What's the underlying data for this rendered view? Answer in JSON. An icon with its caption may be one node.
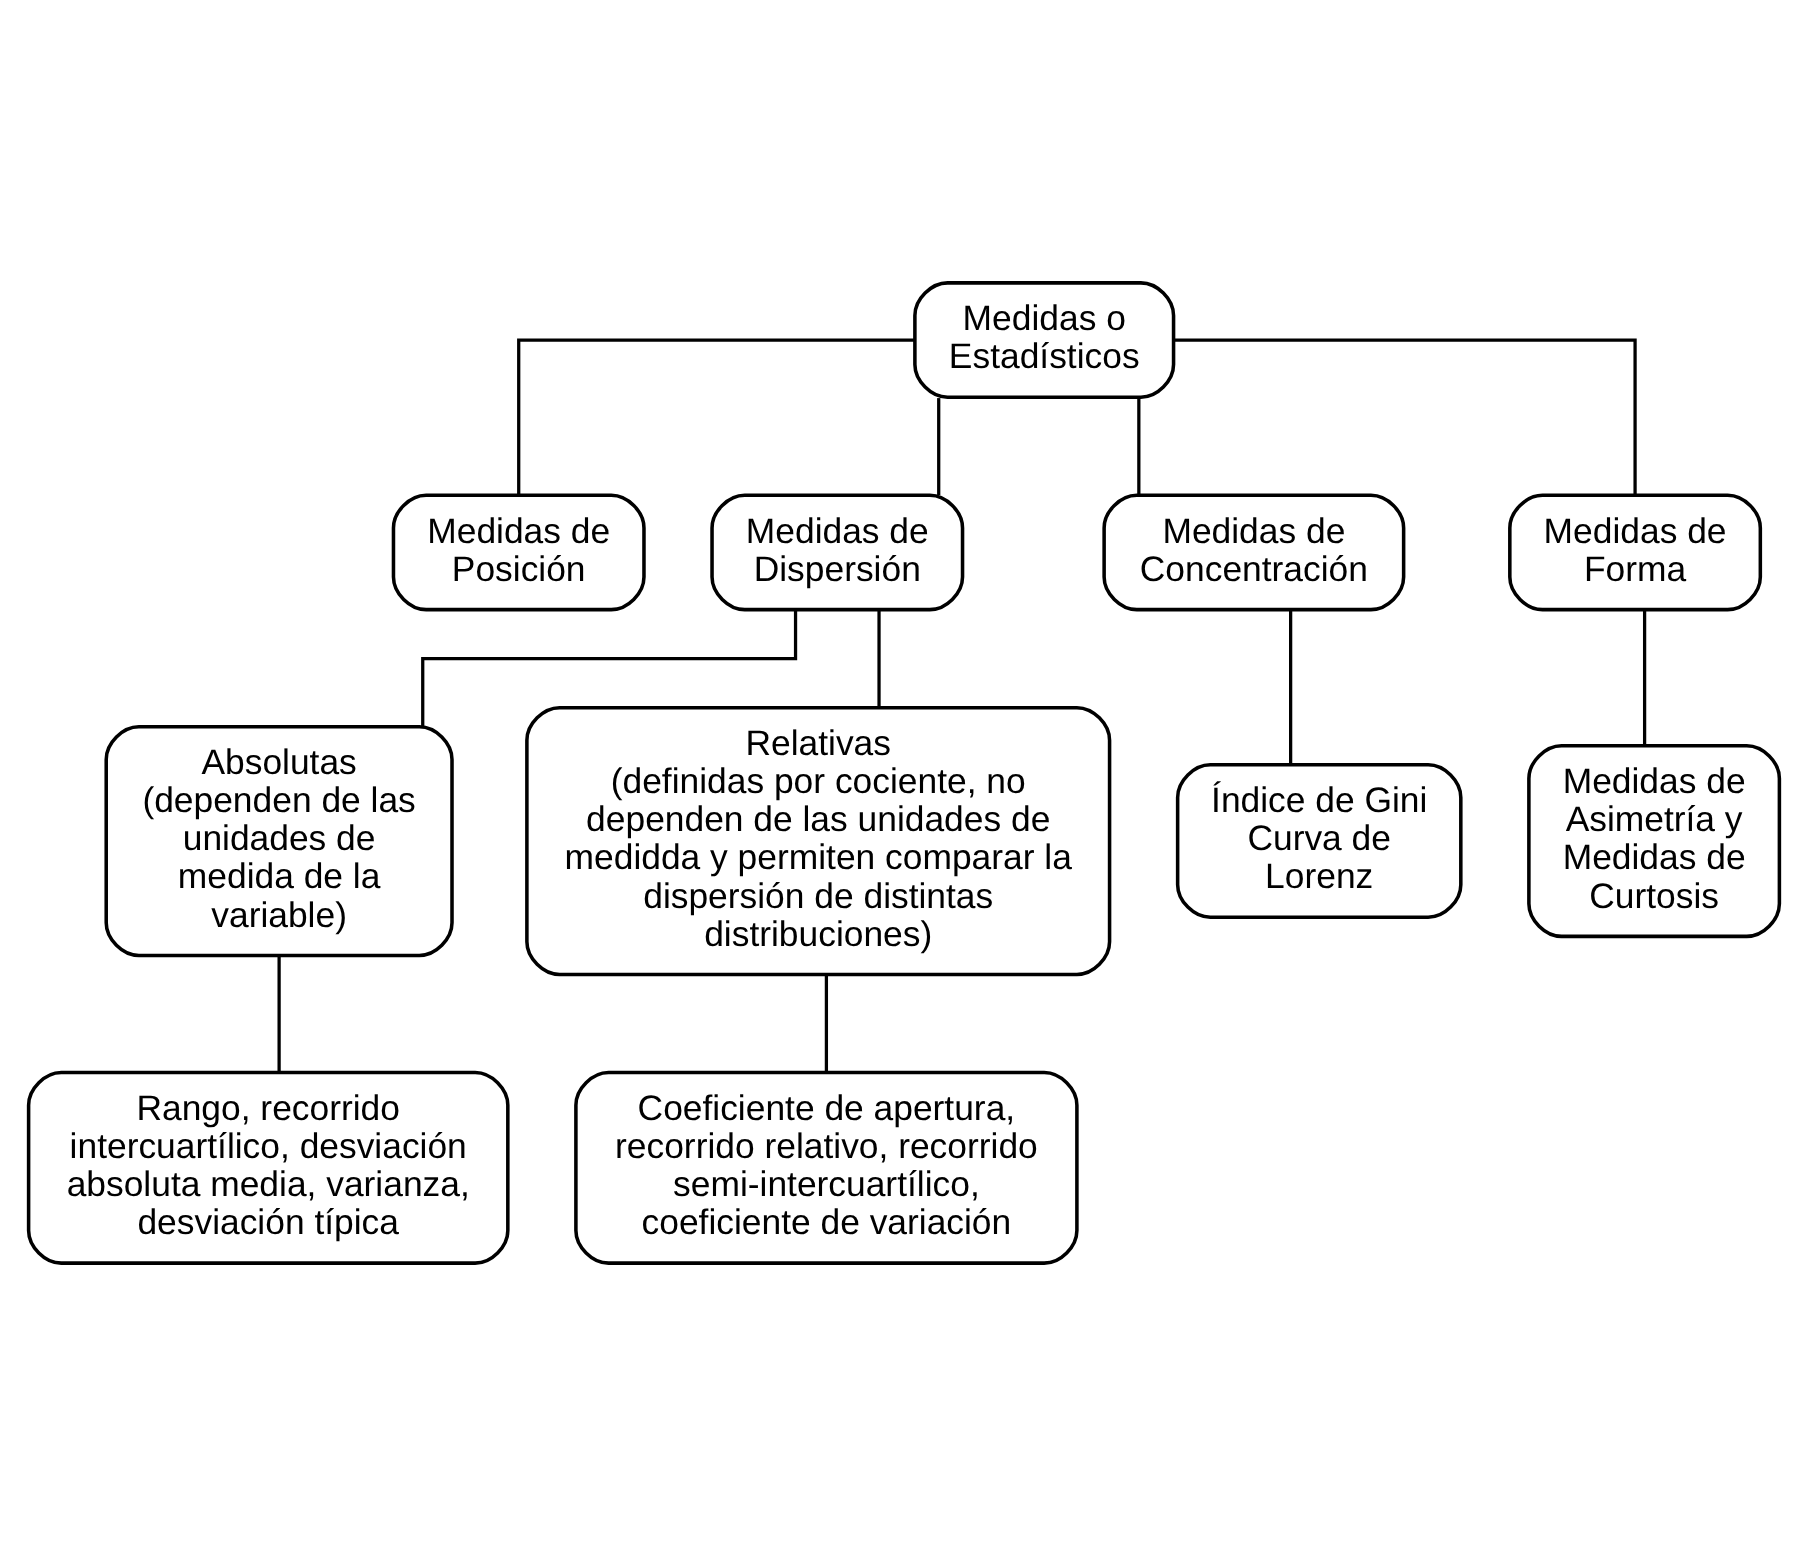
{
  "diagram": {
    "nodes": [
      {
        "text": [
          "Medidas o Estadísticos"
        ]
      },
      {
        "text": [
          "Medidas de Posición"
        ]
      },
      {
        "text": [
          "Medidas de Dispersión"
        ]
      },
      {
        "text": [
          "Medidas de Concentración"
        ]
      },
      {
        "text": [
          "Medidas de Forma"
        ]
      },
      {
        "text": [
          "Absolutas",
          "(dependen de las unidades de medida de la variable)"
        ]
      },
      {
        "text": [
          "Relativas",
          "(definidas por cociente, no dependen de las unidades de medidda y permiten comparar la dispersión de distintas distribuciones)"
        ]
      },
      {
        "text": [
          "Índice de Gini Curva de Lorenz"
        ]
      },
      {
        "text": [
          "Medidas de Asimetría y Medidas de Curtosis"
        ]
      },
      {
        "text": [
          "Rango, recorrido intercuartílico, desviación absoluta media, varianza, desviación típica"
        ]
      },
      {
        "text": [
          "Coeficiente de apertura, recorrido relativo, recorrido semi-intercuartílico, coeficiente de variación"
        ]
      }
    ],
    "edges": [
      {
        "from": 0,
        "to": 1,
        "arrow": "none"
      },
      {
        "from": 0,
        "to": 2,
        "arrow": "none"
      },
      {
        "from": 0,
        "to": 3,
        "arrow": "none"
      },
      {
        "from": 0,
        "to": 4,
        "arrow": "none"
      },
      {
        "from": 2,
        "to": 5,
        "arrow": "none"
      },
      {
        "from": 2,
        "to": 6,
        "arrow": "none"
      },
      {
        "from": 3,
        "to": 7,
        "arrow": "none"
      },
      {
        "from": 4,
        "to": 8,
        "arrow": "none"
      },
      {
        "from": 5,
        "to": 9,
        "arrow": "none"
      },
      {
        "from": 6,
        "to": 10,
        "arrow": "none"
      }
    ]
  }
}
